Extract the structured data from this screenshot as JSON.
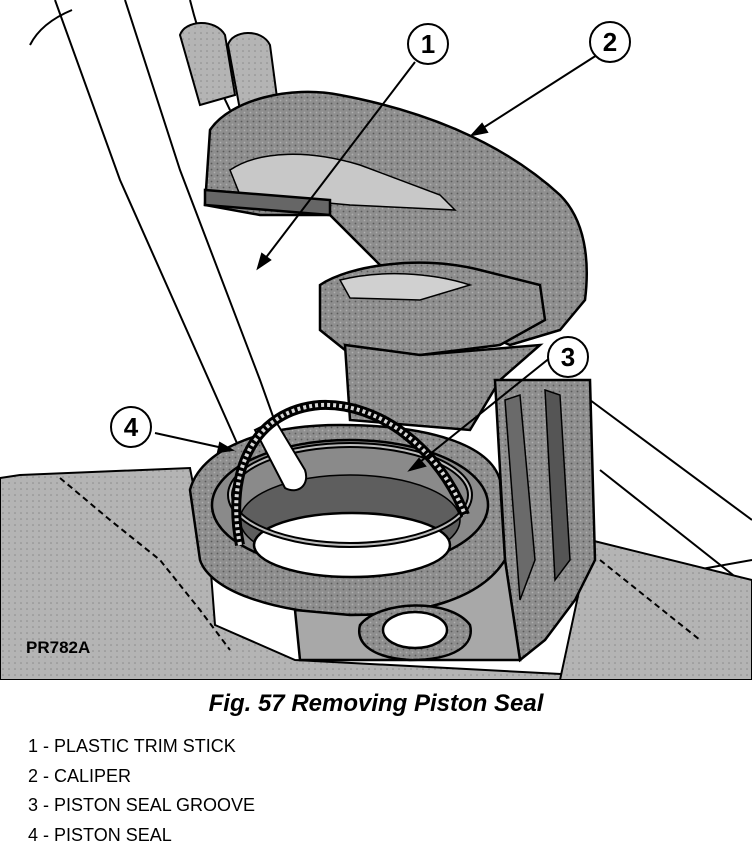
{
  "figure_code": "PR782A",
  "caption": "Fig. 57 Removing Piston Seal",
  "callouts": [
    {
      "number": "1",
      "label": "1 - PLASTIC TRIM STICK"
    },
    {
      "number": "2",
      "label": "2 - CALIPER"
    },
    {
      "number": "3",
      "label": "3 - PISTON SEAL GROOVE"
    },
    {
      "number": "4",
      "label": "4 - PISTON SEAL"
    }
  ],
  "colors": {
    "ink": "#000000",
    "shade_dark": "#7a7a7a",
    "shade_mid": "#9a9a9a",
    "shade_light": "#c4c4c4",
    "paper": "#ffffff"
  }
}
